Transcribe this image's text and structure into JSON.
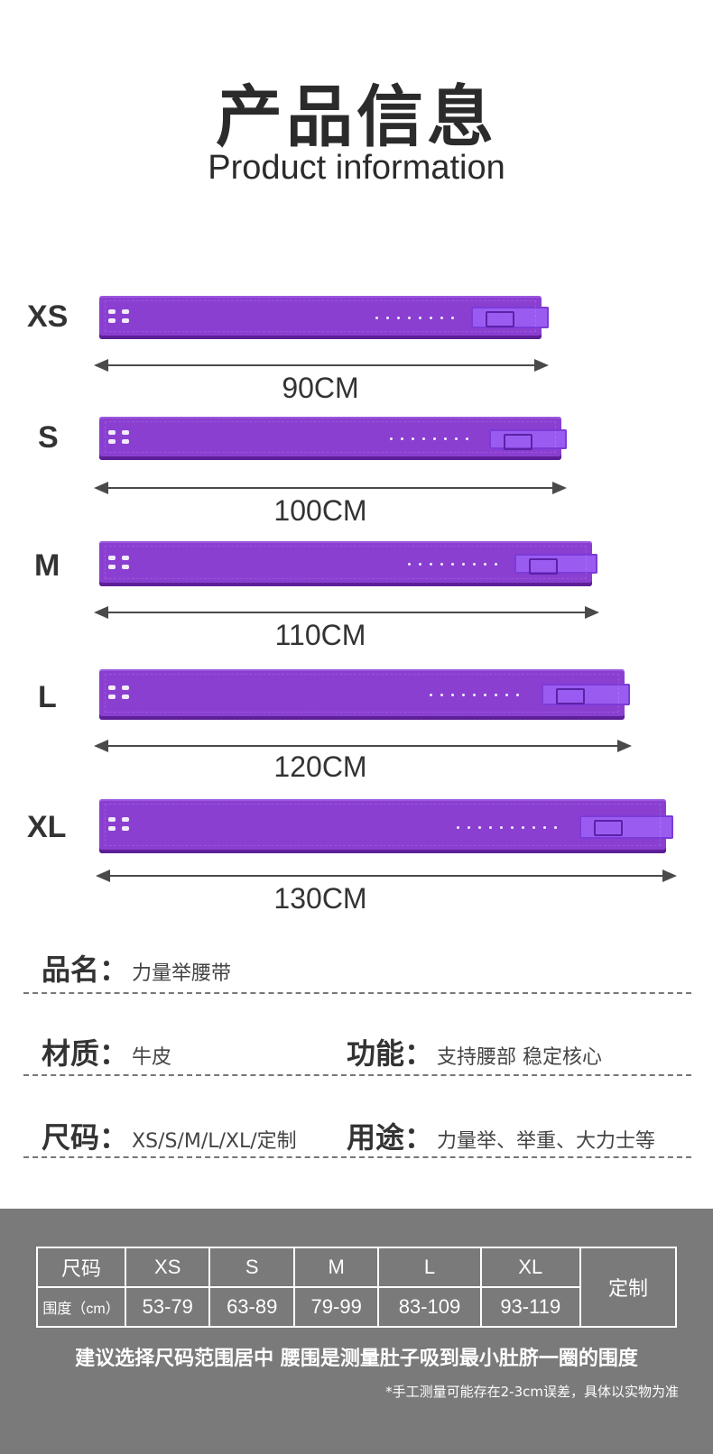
{
  "header": {
    "title_zh": "产品信息",
    "title_en": "Product information"
  },
  "belts": [
    {
      "size": "XS",
      "length": "90CM"
    },
    {
      "size": "S",
      "length": "100CM"
    },
    {
      "size": "M",
      "length": "110CM"
    },
    {
      "size": "L",
      "length": "120CM"
    },
    {
      "size": "XL",
      "length": "130CM"
    }
  ],
  "colors": {
    "belt": "#8a3fd1",
    "buckle": "#9a5cf0",
    "band": "#7a7a7a"
  },
  "info": {
    "name_key": "品名：",
    "name_val": "力量举腰带",
    "material_key": "材质：",
    "material_val": "牛皮",
    "function_key": "功能：",
    "function_val": "支持腰部 稳定核心",
    "size_key": "尺码：",
    "size_val": "XS/S/M/L/XL/定制",
    "usage_key": "用途：",
    "usage_val": "力量举、举重、大力士等"
  },
  "size_table": {
    "row1_label": "尺码",
    "row2_label": "围度（cm）",
    "sizes": [
      "XS",
      "S",
      "M",
      "L",
      "XL"
    ],
    "ranges": [
      "53-79",
      "63-89",
      "79-99",
      "83-109",
      "93-119"
    ],
    "custom": "定制"
  },
  "footer": {
    "advice": "建议选择尺码范围居中  腰围是测量肚子吸到最小肚脐一圈的围度",
    "note": "*手工测量可能存在2-3cm误差，具体以实物为准"
  }
}
